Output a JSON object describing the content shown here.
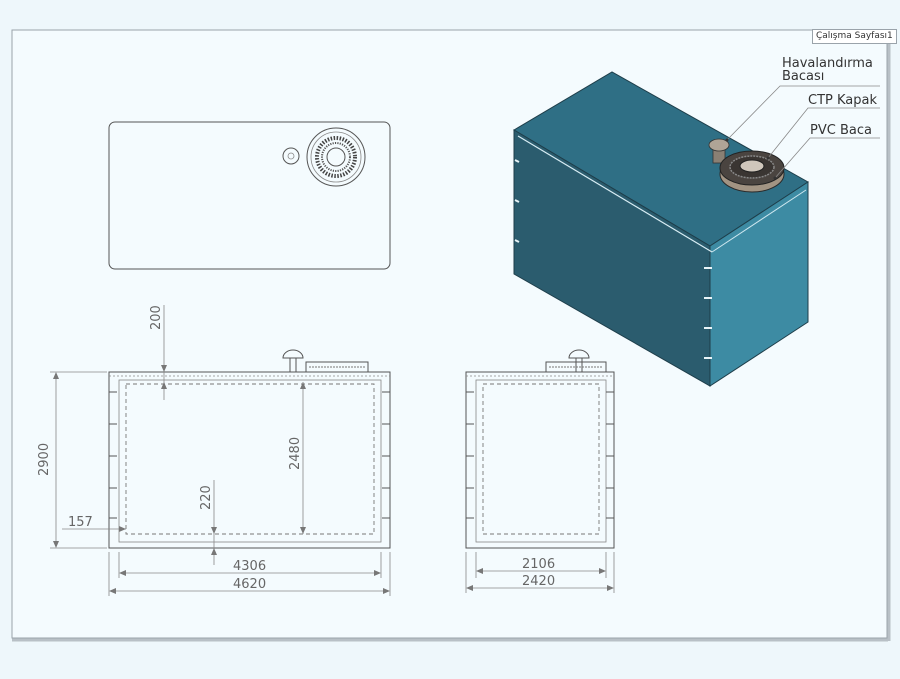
{
  "sheet_tab": "Çalışma Sayfası1",
  "callouts": {
    "vent_line1": "Havalandırma",
    "vent_line2": "Bacası",
    "ctp_cover": "CTP Kapak",
    "pvc_pipe": "PVC Baca"
  },
  "dimensions": {
    "height_total": "2900",
    "top_gap": "200",
    "inner_height": "2480",
    "bottom_gap": "220",
    "wall_offset": "157",
    "inner_length": "4306",
    "outer_length": "4620",
    "inner_width": "2106",
    "outer_width": "2420"
  },
  "colors": {
    "tank_top": "#2f6f85",
    "tank_front": "#2b5c6e",
    "tank_side": "#3d8ba3",
    "background": "#eef7fb"
  }
}
